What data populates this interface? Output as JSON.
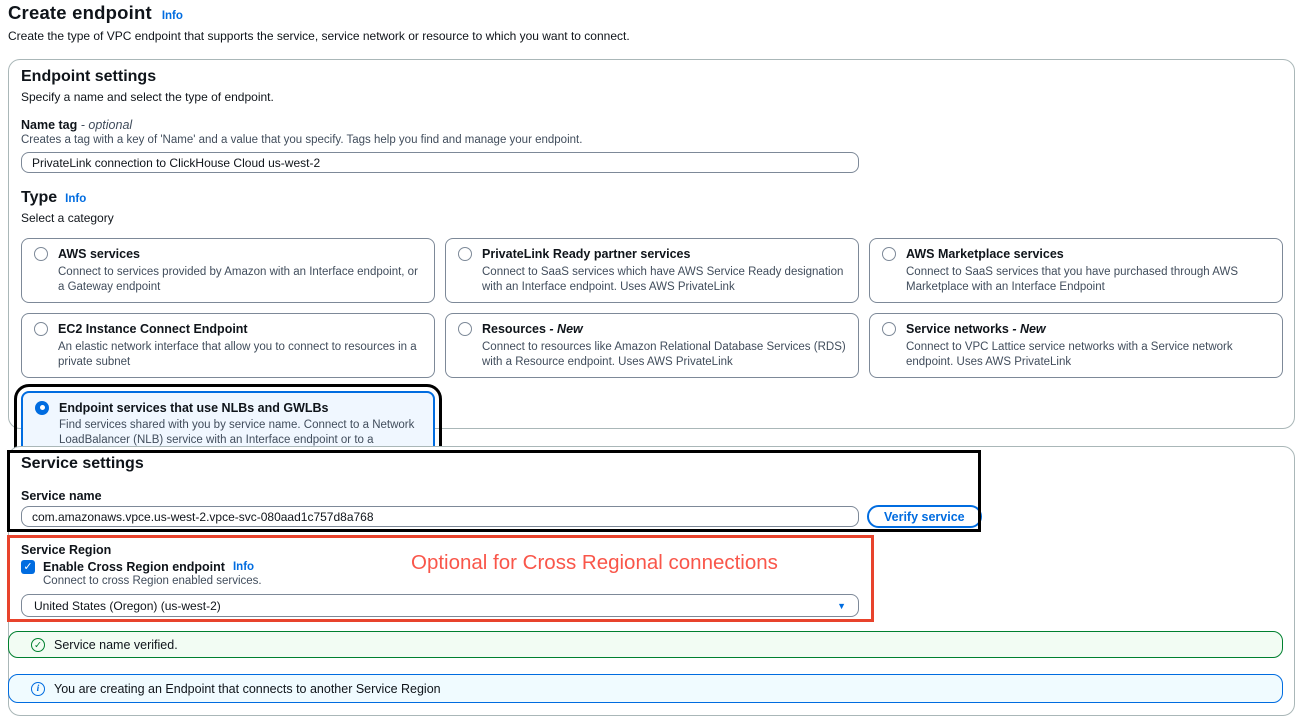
{
  "page": {
    "title": "Create endpoint",
    "info_label": "Info",
    "description": "Create the type of VPC endpoint that supports the service, service network or resource to which you want to connect."
  },
  "endpoint_settings": {
    "title": "Endpoint settings",
    "subtitle": "Specify a name and select the type of endpoint.",
    "name_tag": {
      "label": "Name tag",
      "optional_suffix": " - optional",
      "help": "Creates a tag with a key of 'Name' and a value that you specify. Tags help you find and manage your endpoint.",
      "value": "PrivateLink connection to ClickHouse Cloud us-west-2"
    },
    "type": {
      "label": "Type",
      "info_label": "Info",
      "subtitle": "Select a category",
      "options": [
        {
          "title": "AWS services",
          "description": "Connect to services provided by Amazon with an Interface endpoint, or a Gateway endpoint",
          "selected": false
        },
        {
          "title": "PrivateLink Ready partner services",
          "description": "Connect to SaaS services which have AWS Service Ready designation with an Interface endpoint. Uses AWS PrivateLink",
          "selected": false
        },
        {
          "title": "AWS Marketplace services",
          "description": "Connect to SaaS services that you have purchased through AWS Marketplace with an Interface Endpoint",
          "selected": false
        },
        {
          "title": "EC2 Instance Connect Endpoint",
          "description": "An elastic network interface that allow you to connect to resources in a private subnet",
          "selected": false
        },
        {
          "title": "Resources",
          "suffix": " - New",
          "description": "Connect to resources like Amazon Relational Database Services (RDS) with a Resource endpoint. Uses AWS PrivateLink",
          "selected": false
        },
        {
          "title": "Service networks",
          "suffix": " - New",
          "description": "Connect to VPC Lattice service networks with a Service network endpoint. Uses AWS PrivateLink",
          "selected": false
        },
        {
          "title": "Endpoint services that use NLBs and GWLBs",
          "description": "Find services shared with you by service name. Connect to a Network LoadBalancer (NLB) service with an Interface endpoint or to a Gateway LoadBalancer (GWLB) service with a Gateway Load Balancer endpoint",
          "selected": true
        }
      ]
    }
  },
  "service_settings": {
    "title": "Service settings",
    "service_name": {
      "label": "Service name",
      "value": "com.amazonaws.vpce.us-west-2.vpce-svc-080aad1c757d8a768"
    },
    "verify_button_label": "Verify service",
    "service_region": {
      "label": "Service Region",
      "checkbox_label": "Enable Cross Region endpoint",
      "info_label": "Info",
      "checkbox_checked": true,
      "checkbox_help": "Connect to cross Region enabled services.",
      "selected_region": "United States (Oregon) (us-west-2)"
    }
  },
  "banners": {
    "success_message": "Service name verified.",
    "info_message": "You are creating an Endpoint that connects to another Service Region"
  },
  "annotations": {
    "red_note": "Optional for Cross Regional connections"
  },
  "icons": {
    "checkbox_check": "✓",
    "success_check": "✓",
    "info_i": "i",
    "dropdown_arrow": "▼"
  },
  "colors": {
    "link_blue": "#006ce0",
    "selected_tile_bg": "#f0f7ff",
    "success_green": "#00802f",
    "success_bg": "#f2fcf3",
    "info_bg": "#f0fbff",
    "annotation_red": "#e8432c",
    "annotation_text_red": "#f9564a",
    "annotation_black": "#000000"
  }
}
